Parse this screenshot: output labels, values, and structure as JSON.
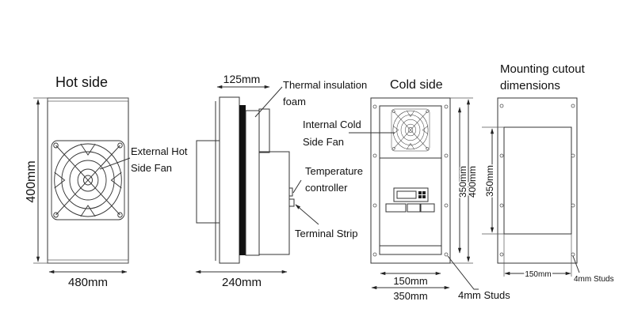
{
  "hot_side": {
    "title": "Hot side",
    "height_label": "400mm",
    "width_label": "480mm",
    "fan_label_1": "External Hot",
    "fan_label_2": "Side Fan"
  },
  "side_view": {
    "depth_top_label": "125mm",
    "depth_label": "240mm",
    "insulation_label_1": "Thermal insulation",
    "insulation_label_2": "foam",
    "cold_fan_label_1": "Internal Cold",
    "cold_fan_label_2": "Side Fan",
    "controller_label_1": "Temperature",
    "controller_label_2": "controller",
    "terminal_label": "Terminal Strip"
  },
  "cold_side": {
    "title": "Cold side",
    "inner_height_label": "350mm",
    "outer_height_label": "400mm",
    "inner_width_label": "150mm",
    "outer_width_label": "350mm",
    "studs_label": "4mm Studs"
  },
  "mounting": {
    "title_1": "Mounting cutout",
    "title_2": "dimensions",
    "height_label": "350mm",
    "width_label": "150mm",
    "studs_label": "4mm Studs"
  }
}
